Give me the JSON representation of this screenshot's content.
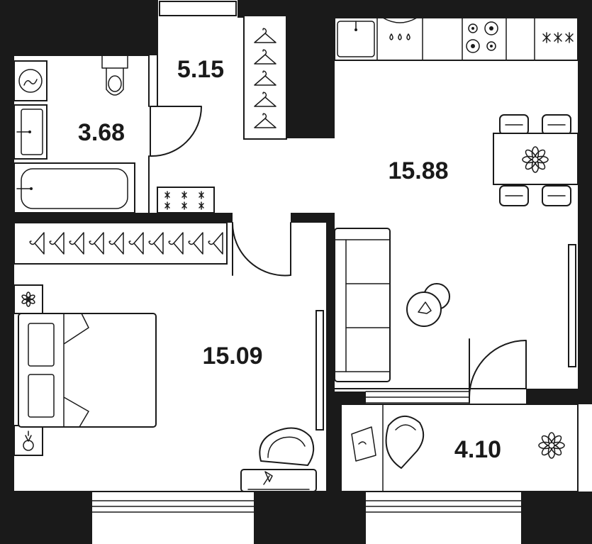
{
  "rooms": [
    {
      "id": "bathroom",
      "area": "3.68"
    },
    {
      "id": "hall-closet",
      "area": "5.15"
    },
    {
      "id": "kitchen-living",
      "area": "15.88"
    },
    {
      "id": "bedroom",
      "area": "15.09"
    },
    {
      "id": "balcony",
      "area": "4.10"
    }
  ],
  "icons": {
    "hanger": "hanger-icon",
    "flower": "flower-icon",
    "chair": "armchair-icon",
    "door": "door-swing-icon"
  },
  "colors": {
    "wall": "#1a1a1a",
    "floor": "#ffffff"
  }
}
